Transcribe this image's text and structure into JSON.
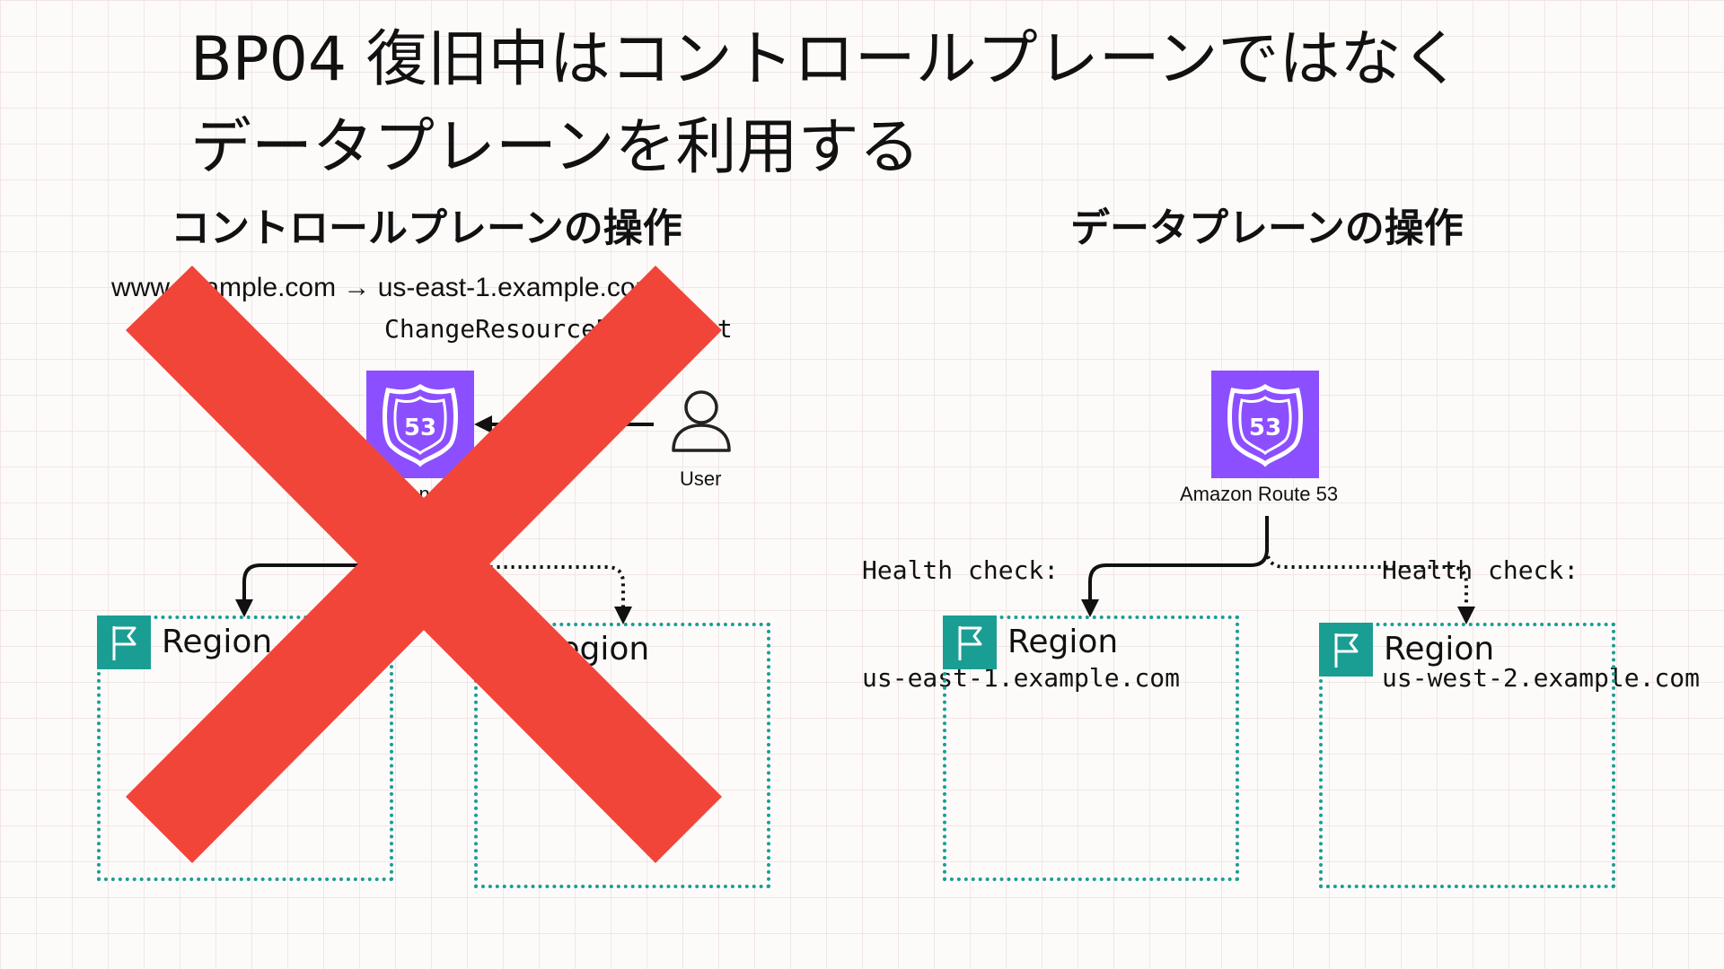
{
  "title": {
    "line1": "BP04 復旧中はコントロールプレーンではなく",
    "line2": "データプレーンを利用する"
  },
  "left": {
    "heading": "コントロールプレーンの操作",
    "dns_mapping": "www.example.com → us-east-1.example.com",
    "api_call": "ChangeResourceRecordSet",
    "route53_badge": "53",
    "route53_label": "Amazon Route 53",
    "user_label": "User",
    "regions": [
      "Region",
      "Region"
    ]
  },
  "right": {
    "heading": "データプレーンの操作",
    "route53_badge": "53",
    "route53_label": "Amazon Route 53",
    "health_check_left": {
      "label": "Health check:",
      "host": "us-east-1.example.com"
    },
    "health_check_right": {
      "label": "Health check:",
      "host": "us-west-2.example.com"
    },
    "regions": [
      "Region",
      "Region"
    ]
  },
  "colors": {
    "route53": "#8c4fff",
    "region": "#1a9e94",
    "cross": "#f2453a"
  }
}
